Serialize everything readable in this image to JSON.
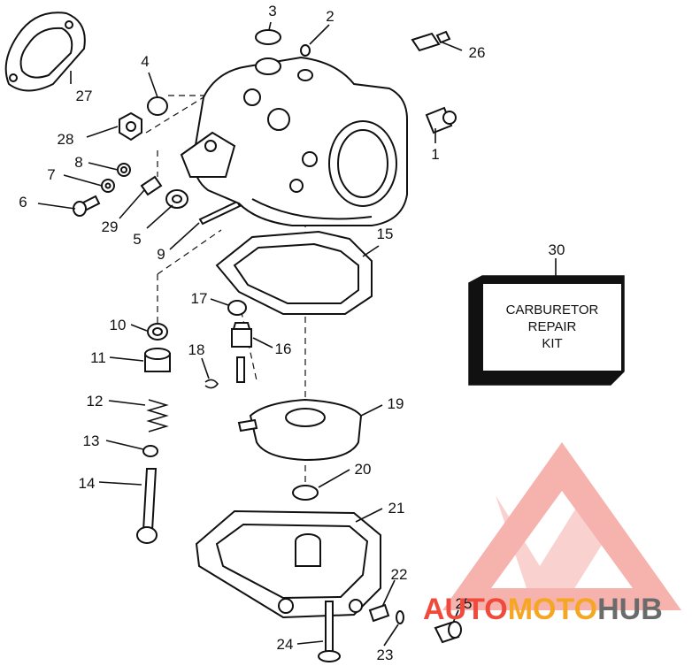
{
  "callouts": [
    "1",
    "2",
    "3",
    "4",
    "5",
    "6",
    "7",
    "8",
    "9",
    "10",
    "11",
    "12",
    "13",
    "14",
    "15",
    "16",
    "17",
    "18",
    "19",
    "20",
    "21",
    "22",
    "23",
    "24",
    "25",
    "26",
    "27",
    "28",
    "29",
    "30"
  ],
  "kit_label": {
    "line1": "CARBURETOR",
    "line2": "REPAIR",
    "line3": "KIT"
  },
  "watermark": {
    "part1": "AUTO",
    "part2": "MOTO",
    "part3": "HUB",
    "color_red": "#f04a3c",
    "color_orange": "#f5a623",
    "color_gray": "#6b6b6b",
    "logo_color": "#f39a94"
  }
}
